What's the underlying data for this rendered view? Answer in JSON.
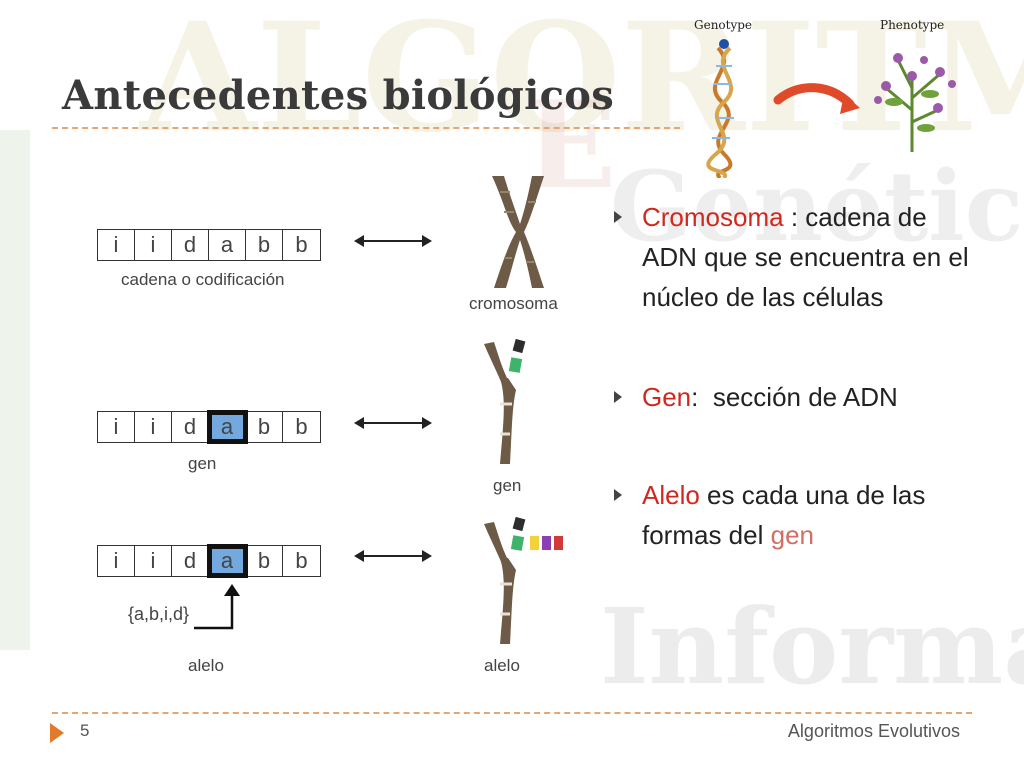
{
  "slide": {
    "title": "Antecedentes biológicos",
    "page_number": "5",
    "footer": "Algoritmos Evolutivos"
  },
  "watermark": {
    "top": "ALGORITMOS",
    "mid": "Genético",
    "bottom": "Informática"
  },
  "diagram": {
    "sequence": [
      "i",
      "i",
      "d",
      "a",
      "b",
      "b"
    ],
    "rows": [
      {
        "caption": "cadena o codificación",
        "chromosome_label": "cromosoma"
      },
      {
        "caption": "gen",
        "chromosome_label": "gen"
      },
      {
        "caption": "alelo",
        "chromosome_label": "alelo"
      }
    ],
    "allele_set": "{a,b,i,d}",
    "gene_color": "#74a9df"
  },
  "top_image": {
    "genotype_label": "Genotype",
    "phenotype_label": "Phenotype"
  },
  "bullets": [
    {
      "term": "Cromosoma",
      "text": " : cadena de ADN que se encuentra en el núcleo de las células"
    },
    {
      "term": "Gen",
      "text": ":  sección de ADN"
    },
    {
      "term": "Alelo",
      "text": " es cada una de las formas del ",
      "tail": "gen"
    }
  ],
  "colors": {
    "accent": "#d0281e",
    "rule": "#e3a674",
    "footer_mark": "#e27a2e"
  }
}
